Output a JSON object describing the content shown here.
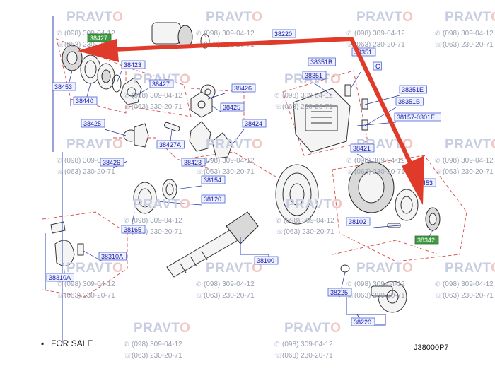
{
  "watermark": {
    "brand_prefix": "PRAVT",
    "brand_suffix": "O",
    "phone_1": "(098) 309-04-12",
    "phone_2": "(063) 230-20-71",
    "icon_phone_1": "whatsapp-icon",
    "icon_phone_2": "phone-icon"
  },
  "labels": {
    "l38453_top": "38453",
    "l38440": "38440",
    "l38423_a": "38423",
    "l38427": "38427",
    "l38426_a": "38426",
    "l38425_a": "38425",
    "l38425_b": "38425",
    "l38427A": "38427A",
    "l38424": "38424",
    "l38426_b": "38426",
    "l38423_b": "38423",
    "l38154": "38154",
    "l38120": "38120",
    "l38165": "38165",
    "l38310A_a": "38310A",
    "l38310A_b": "38310A",
    "l38100": "38100",
    "l38351": "38351",
    "l38351B": "38351B",
    "l38351_b": "38351",
    "l38351C": "C",
    "l38351E": "38351E",
    "l38351B_b": "38351B",
    "l38157": "38157-0301E",
    "l38421": "38421",
    "l38453_right": "453",
    "l38102": "38102",
    "l38342": "38342",
    "l38225": "38225",
    "l38220": "38220",
    "l38427_hl": "38427",
    "l38220_top": "38220"
  },
  "footer": {
    "for_sale": "FOR  SALE",
    "diagram_code": "J38000P7"
  },
  "colors": {
    "arrow": "#e03a2a",
    "label_text": "#1a1aa8",
    "label_box": "#eef1ff",
    "highlight_box": "#3e9b44"
  }
}
